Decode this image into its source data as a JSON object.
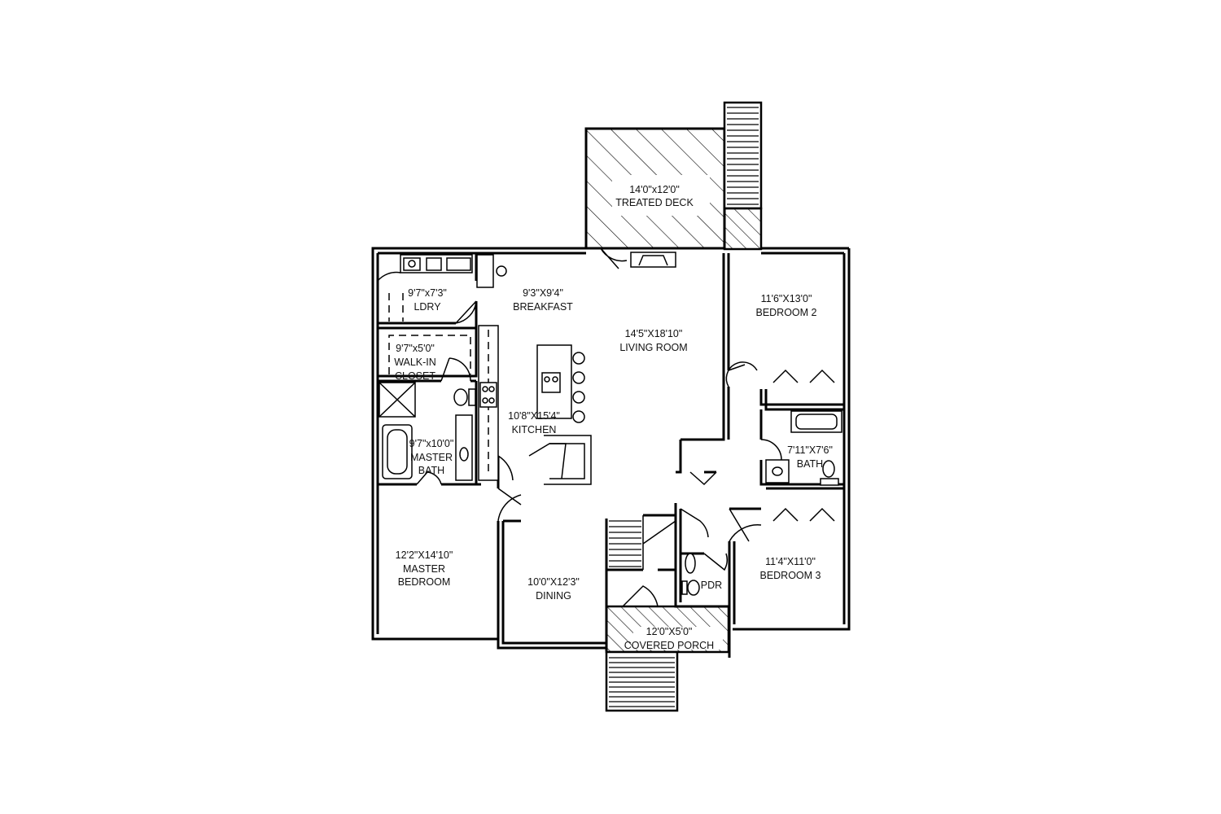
{
  "rooms": {
    "deck": {
      "size": "14'0\"x12'0\"",
      "name": "TREATED DECK"
    },
    "breakfast": {
      "size": "9'3\"X9'4\"",
      "name": "BREAKFAST"
    },
    "laundry": {
      "size": "9'7\"x7'3\"",
      "name": "LDRY"
    },
    "living": {
      "size": "14'5\"X18'10\"",
      "name": "LIVING ROOM"
    },
    "bedroom2": {
      "size": "11'6\"X13'0\"",
      "name": "BEDROOM 2"
    },
    "closet": {
      "size": "9'7\"x5'0\"",
      "name1": "WALK-IN",
      "name2": "CLOSET"
    },
    "kitchen": {
      "size": "10'8\"X15'4\"",
      "name": "KITCHEN"
    },
    "master_bath": {
      "size": "9'7\"x10'0\"",
      "name1": "MASTER",
      "name2": "BATH"
    },
    "bath": {
      "size": "7'11\"X7'6\"",
      "name": "BATH"
    },
    "master_bedroom": {
      "size": "12'2\"X14'10\"",
      "name1": "MASTER",
      "name2": "BEDROOM"
    },
    "dining": {
      "size": "10'0\"X12'3\"",
      "name": "DINING"
    },
    "bedroom3": {
      "size": "11'4\"X11'0\"",
      "name": "BEDROOM 3"
    },
    "powder": {
      "name": "PDR"
    },
    "porch": {
      "size": "12'0\"X5'0\"",
      "name": "COVERED PORCH"
    }
  }
}
